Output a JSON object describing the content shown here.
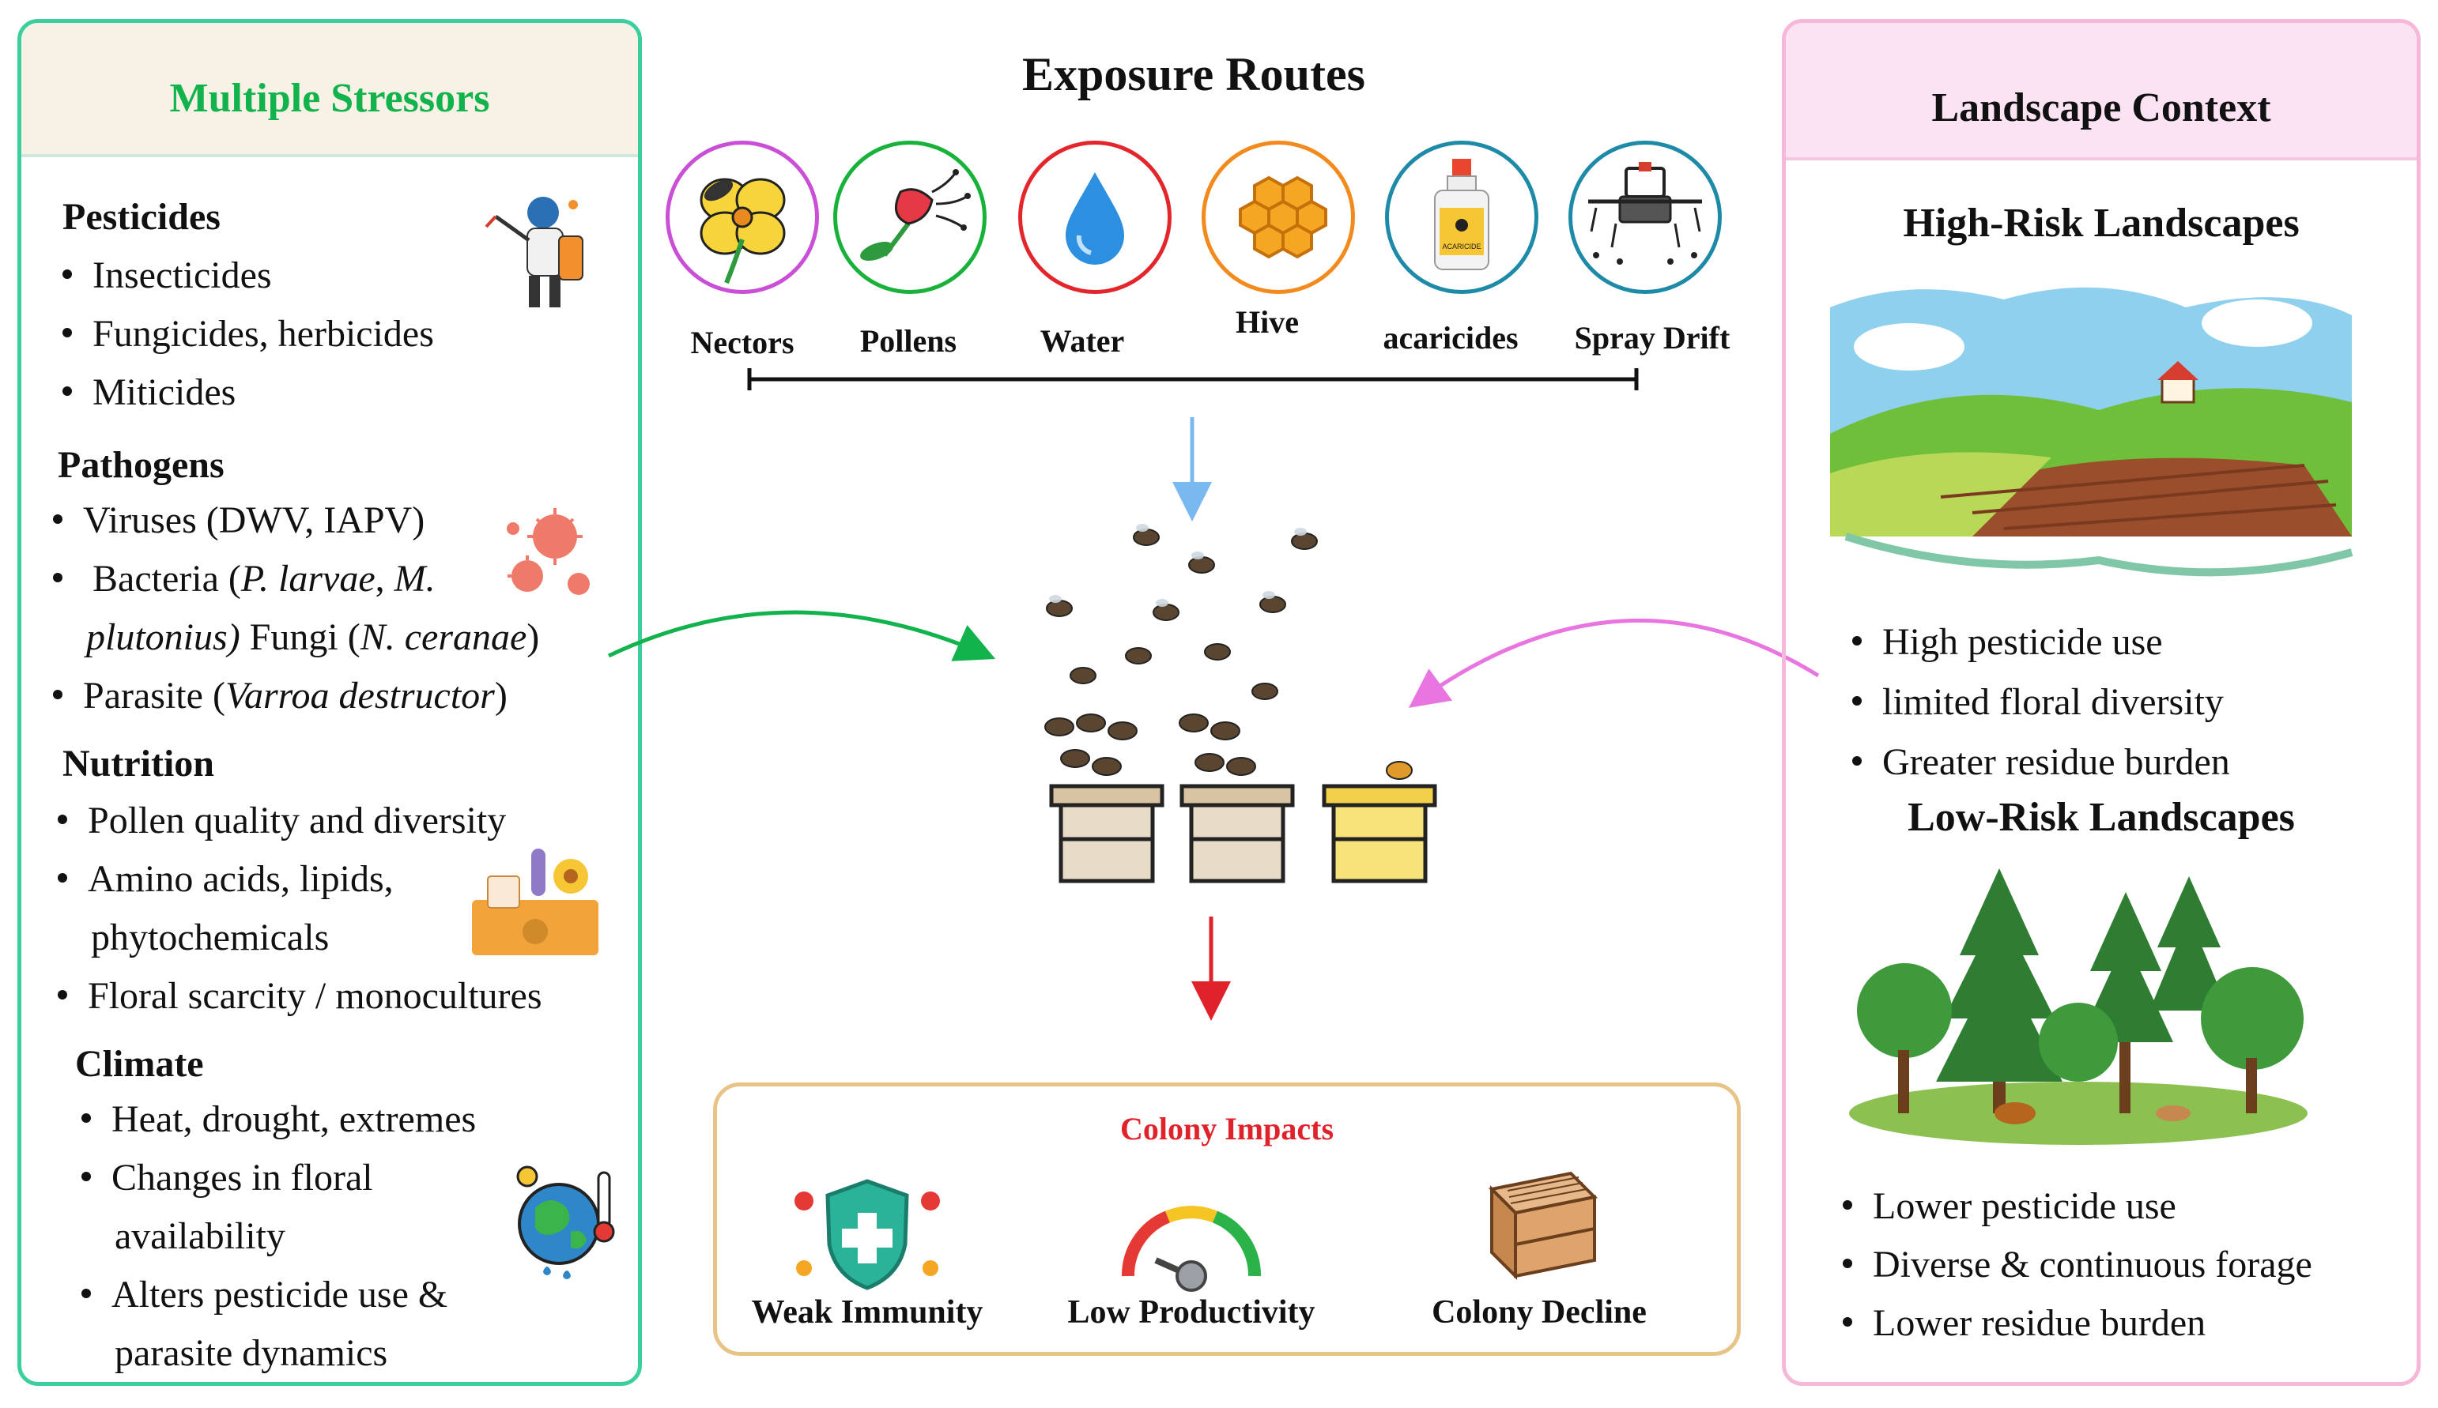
{
  "stressors": {
    "title": "Multiple Stressors",
    "pesticides": {
      "heading": "Pesticides",
      "items": [
        "Insecticides",
        "Fungicides, herbicides",
        "Miticides"
      ]
    },
    "pathogens": {
      "heading": "Pathogens",
      "viruses": "Viruses (DWV, IAPV)",
      "bacteria_prefix": "Bacteria (",
      "bacteria_sp1": "P. larvae",
      "bacteria_comma": ", ",
      "bacteria_sp2_a": "M.",
      "bacteria_sp2_b": "plutonius)",
      "fungi_prefix": " Fungi (",
      "fungi_sp": "N. ceranae",
      "fungi_suffix": ")",
      "parasite_prefix": "Parasite (",
      "parasite_sp": "Varroa destructor",
      "parasite_suffix": ")"
    },
    "nutrition": {
      "heading": "Nutrition",
      "item1": "Pollen quality and diversity",
      "item2_line1": "Amino acids, lipids,",
      "item2_line2": "phytochemicals",
      "item3": "Floral scarcity / monocultures"
    },
    "climate": {
      "heading": "Climate",
      "item1": "Heat, drought, extremes",
      "item2_line1": "Changes in floral",
      "item2_line2": "availability",
      "item3_line1": "Alters pesticide use &",
      "item3_line2": "parasite dynamics"
    }
  },
  "exposure": {
    "title": "Exposure Routes",
    "routes": [
      {
        "label": "Nectors",
        "icon": "flower-bee-icon",
        "color": "#c94fd6"
      },
      {
        "label": "Pollens",
        "icon": "pollen-flower-icon",
        "color": "#18b23a"
      },
      {
        "label": "Water",
        "icon": "water-drop-icon",
        "color": "#e3262b"
      },
      {
        "label": "Hive",
        "icon": "honeycomb-icon",
        "color": "#f28a1d"
      },
      {
        "label": "acaricides",
        "icon": "acaricide-bottle-icon",
        "color": "#1d8aa8"
      },
      {
        "label": "Spray Drift",
        "icon": "tractor-spray-icon",
        "color": "#1d8aa8"
      }
    ],
    "bottle_label": "ACARICIDE"
  },
  "impacts": {
    "title": "Colony Impacts",
    "items": [
      {
        "label": "Weak Immunity",
        "icon": "shield-cross-icon"
      },
      {
        "label": "Low Productivity",
        "icon": "gauge-icon"
      },
      {
        "label": "Colony Decline",
        "icon": "empty-hive-icon"
      }
    ]
  },
  "landscape": {
    "title": "Landscape Context",
    "high": {
      "heading": "High-Risk Landscapes",
      "items": [
        "High pesticide use",
        "limited floral diversity",
        "Greater residue burden"
      ]
    },
    "low": {
      "heading": "Low-Risk Landscapes",
      "items": [
        "Lower pesticide use",
        "Diverse & continuous forage",
        "Lower residue burden"
      ]
    }
  },
  "colors": {
    "left_border": "#3ccf9e",
    "left_title": "#12b24c",
    "right_border": "#f6b7d8",
    "arrow_green": "#12b24c",
    "arrow_pink": "#e875e0",
    "arrow_blue": "#7ab8f0",
    "arrow_red": "#e0222a",
    "impact_border": "#e7c486"
  }
}
